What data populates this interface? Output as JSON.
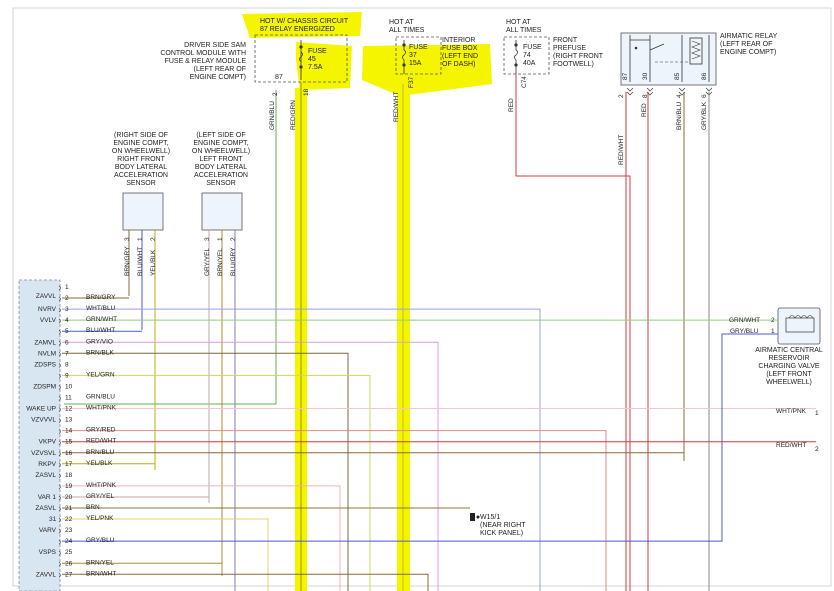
{
  "sam_label": [
    "DRIVER SIDE SAM",
    "CONTROL MODULE WITH",
    "FUSE & RELAY MODULE",
    "(LEFT REAR OF",
    "ENGINE COMPT)"
  ],
  "hot_chassis": [
    "HOT W/ CHASSIS CIRCUIT",
    "87 RELAY ENERGIZED"
  ],
  "fuse45": [
    "FUSE",
    "45",
    "7.5A"
  ],
  "pin87_label": "87",
  "hot_all_1": [
    "HOT AT",
    "ALL TIMES"
  ],
  "fuse37": [
    "FUSE",
    "37",
    "15A"
  ],
  "interior_fuse_label": [
    "INTERIOR",
    "FUSE BOX",
    "(LEFT END",
    "OF DASH)"
  ],
  "hot_all_2": [
    "HOT AT",
    "ALL TIMES"
  ],
  "fuse74": [
    "FUSE",
    "74",
    "40A"
  ],
  "front_prefuse_label": [
    "FRONT",
    "PREFUSE",
    "(RIGHT FRONT",
    "FOOTWELL)"
  ],
  "pin_f37": "F37",
  "pin_c74": "C74",
  "airmatic_relay_label": [
    "AIRMATIC RELAY",
    "(LEFT REAR OF",
    "ENGINE COMPT)"
  ],
  "relay_pins": [
    "87",
    "30",
    "85",
    "86"
  ],
  "sam_pins": [
    "2",
    "18"
  ],
  "relay_wire_pins": [
    "2",
    "8",
    "4",
    "6"
  ],
  "wire_top": [
    "GRN/BLU",
    "RED/GRN",
    "RED/WHT",
    "RED",
    "RED/WHT",
    "RED",
    "BRN/BLU",
    "GRY/BLK"
  ],
  "right_sensor_label": [
    "(RIGHT SIDE OF",
    "ENGINE COMPT,",
    "ON WHEELWELL)",
    "RIGHT FRONT",
    "BODY LATERAL",
    "ACCELERATION",
    "SENSOR"
  ],
  "left_sensor_label": [
    "(LEFT SIDE OF",
    "ENGINE COMPT,",
    "ON WHEELWELL)",
    "LEFT FRONT",
    "BODY LATERAL",
    "ACCELERATION",
    "SENSOR"
  ],
  "sensor_pins_right": [
    "3",
    "1",
    "2"
  ],
  "sensor_pins_left": [
    "3",
    "1",
    "2"
  ],
  "sensor_wires_right": [
    "BRN/GRY",
    "BLU/WHT",
    "YEL/BLK"
  ],
  "sensor_wires_left": [
    "GRY/YEL",
    "BRN/YEL",
    "BLU/GRY"
  ],
  "module_rows": [
    {
      "pin": "1",
      "name": "",
      "wire": ""
    },
    {
      "pin": "2",
      "name": "ZAVVL",
      "wire": "BRN/GRY"
    },
    {
      "pin": "3",
      "name": "NVRV",
      "wire": "WHT/BLU"
    },
    {
      "pin": "4",
      "name": "VVLV",
      "wire": "GRN/WHT"
    },
    {
      "pin": "5",
      "name": "",
      "wire": "BLU/WHT"
    },
    {
      "pin": "6",
      "name": "ZAMVL",
      "wire": "GRY/VIO"
    },
    {
      "pin": "7",
      "name": "NVLM",
      "wire": "BRN/BLK"
    },
    {
      "pin": "8",
      "name": "ZDSPS",
      "wire": ""
    },
    {
      "pin": "9",
      "name": "",
      "wire": "YEL/GRN"
    },
    {
      "pin": "10",
      "name": "ZDSPM",
      "wire": ""
    },
    {
      "pin": "11",
      "name": "",
      "wire": "GRN/BLU"
    },
    {
      "pin": "12",
      "name": "WAKE UP",
      "wire": "WHT/PNK"
    },
    {
      "pin": "13",
      "name": "VZVVVL",
      "wire": ""
    },
    {
      "pin": "14",
      "name": "",
      "wire": "GRY/RED"
    },
    {
      "pin": "15",
      "name": "VKPV",
      "wire": "RED/WHT"
    },
    {
      "pin": "16",
      "name": "VZVSVL",
      "wire": "BRN/BLU"
    },
    {
      "pin": "17",
      "name": "RKPV",
      "wire": "YEL/BLK"
    },
    {
      "pin": "18",
      "name": "ZASVL",
      "wire": ""
    },
    {
      "pin": "19",
      "name": "",
      "wire": "WHT/PNK"
    },
    {
      "pin": "20",
      "name": "VAR 1",
      "wire": "GRY/YEL"
    },
    {
      "pin": "21",
      "name": "ZASVL",
      "wire": "BRN"
    },
    {
      "pin": "22",
      "name": "",
      "wire": "YEL/PNK"
    },
    {
      "pin": "23",
      "name": "VARV",
      "wire": ""
    },
    {
      "pin": "24",
      "name": "",
      "wire": "GRY/BLU"
    },
    {
      "pin": "25",
      "name": "VSPS",
      "wire": ""
    },
    {
      "pin": "26",
      "name": "",
      "wire": "BRN/YEL"
    },
    {
      "pin": "27",
      "name": "ZAVVL",
      "wire": "BRN/WHT"
    }
  ],
  "pin31": "31",
  "ground_label": [
    "W15/1",
    "(NEAR RIGHT",
    "KICK PANEL)"
  ],
  "valve_label": [
    "AIRMATIC CENTRAL",
    "RESERVOIR",
    "CHARGING VALVE",
    "(LEFT FRONT",
    "WHEELWELL)"
  ],
  "valve_wires": [
    "GRN/WHT",
    "GRY/BLU"
  ],
  "valve_pins": [
    "2",
    "1"
  ],
  "right_edge_wires": [
    "WHT/PNK",
    "RED/WHT"
  ],
  "right_edge_pins": [
    "1",
    "2"
  ],
  "highlight_color": "#f5f500"
}
